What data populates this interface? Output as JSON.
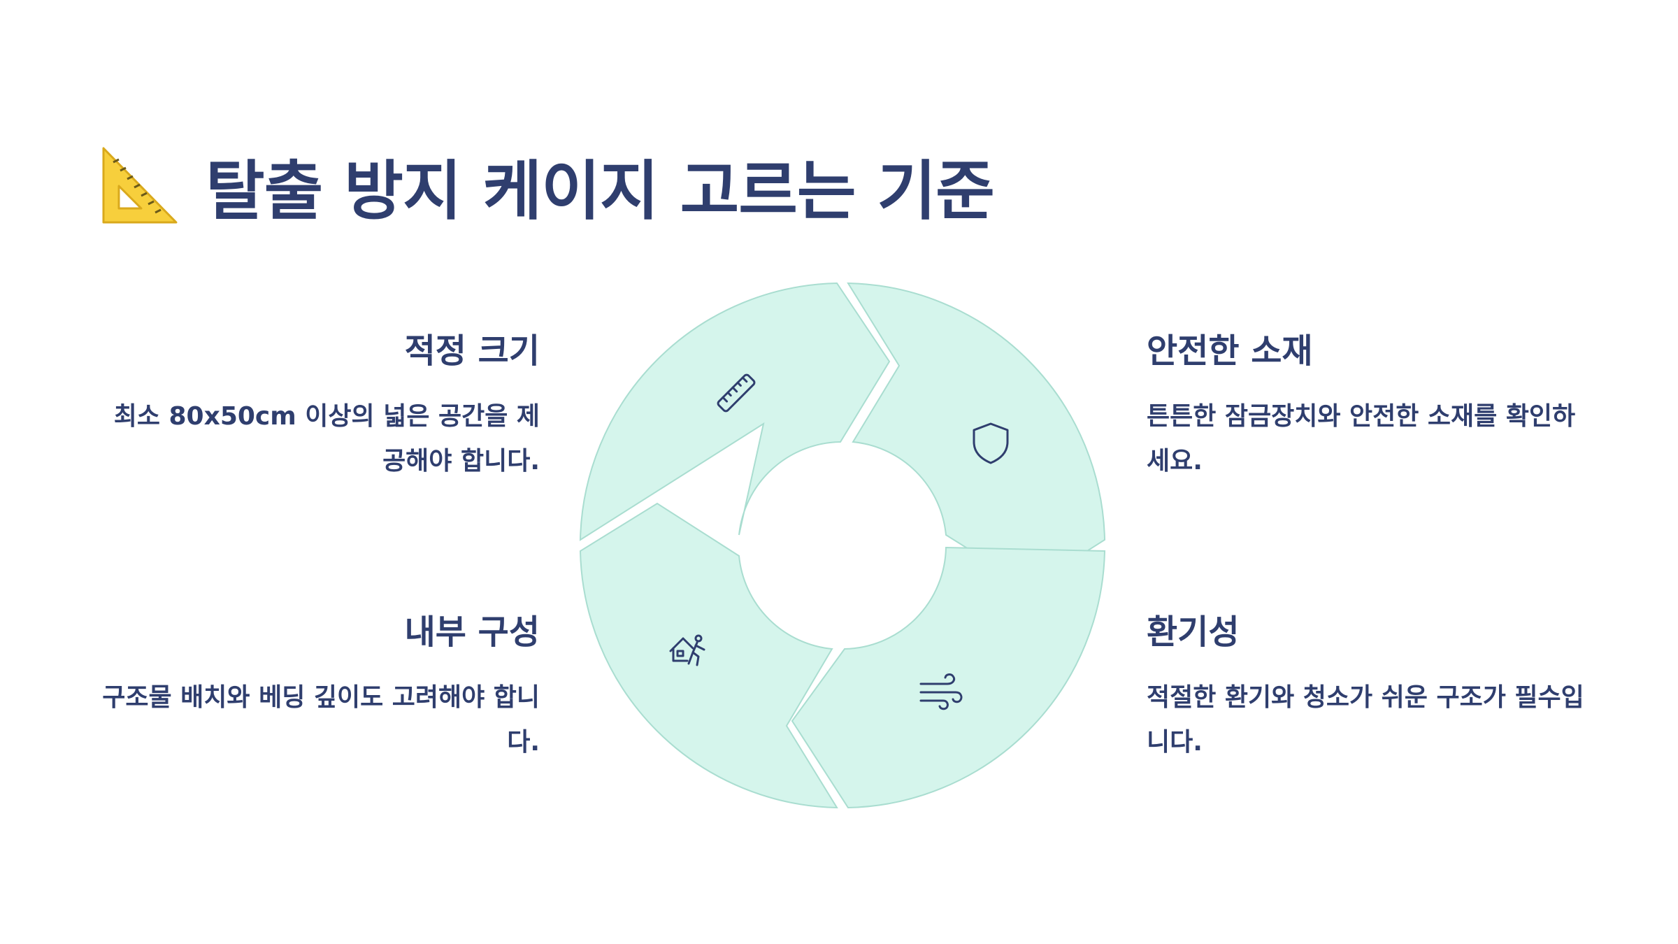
{
  "title": {
    "text": "탈출 방지 케이지 고르는 기준",
    "icon": "triangular-ruler-icon"
  },
  "criteria": {
    "size": {
      "title": "적정 크기",
      "description": "최소 80x50cm 이상의 넓은 공간을 제공해야 합니다.",
      "icon": "ruler-icon"
    },
    "material": {
      "title": "안전한 소재",
      "description": "튼튼한 잠금장치와 안전한 소재를 확인하세요.",
      "icon": "shield-icon"
    },
    "interior": {
      "title": "내부 구성",
      "description": "구조물 배치와 베딩 깊이도 고려해야 합니다.",
      "icon": "house-escape-icon"
    },
    "ventilation": {
      "title": "환기성",
      "description": "적절한 환기와 청소가 쉬운 구조가 필수입니다.",
      "icon": "wind-icon"
    }
  },
  "colors": {
    "text": "#2f3e6e",
    "segment_fill": "#d5f5ec",
    "segment_stroke": "#a9ddd0",
    "ruler_icon": "#f7cf3c"
  }
}
